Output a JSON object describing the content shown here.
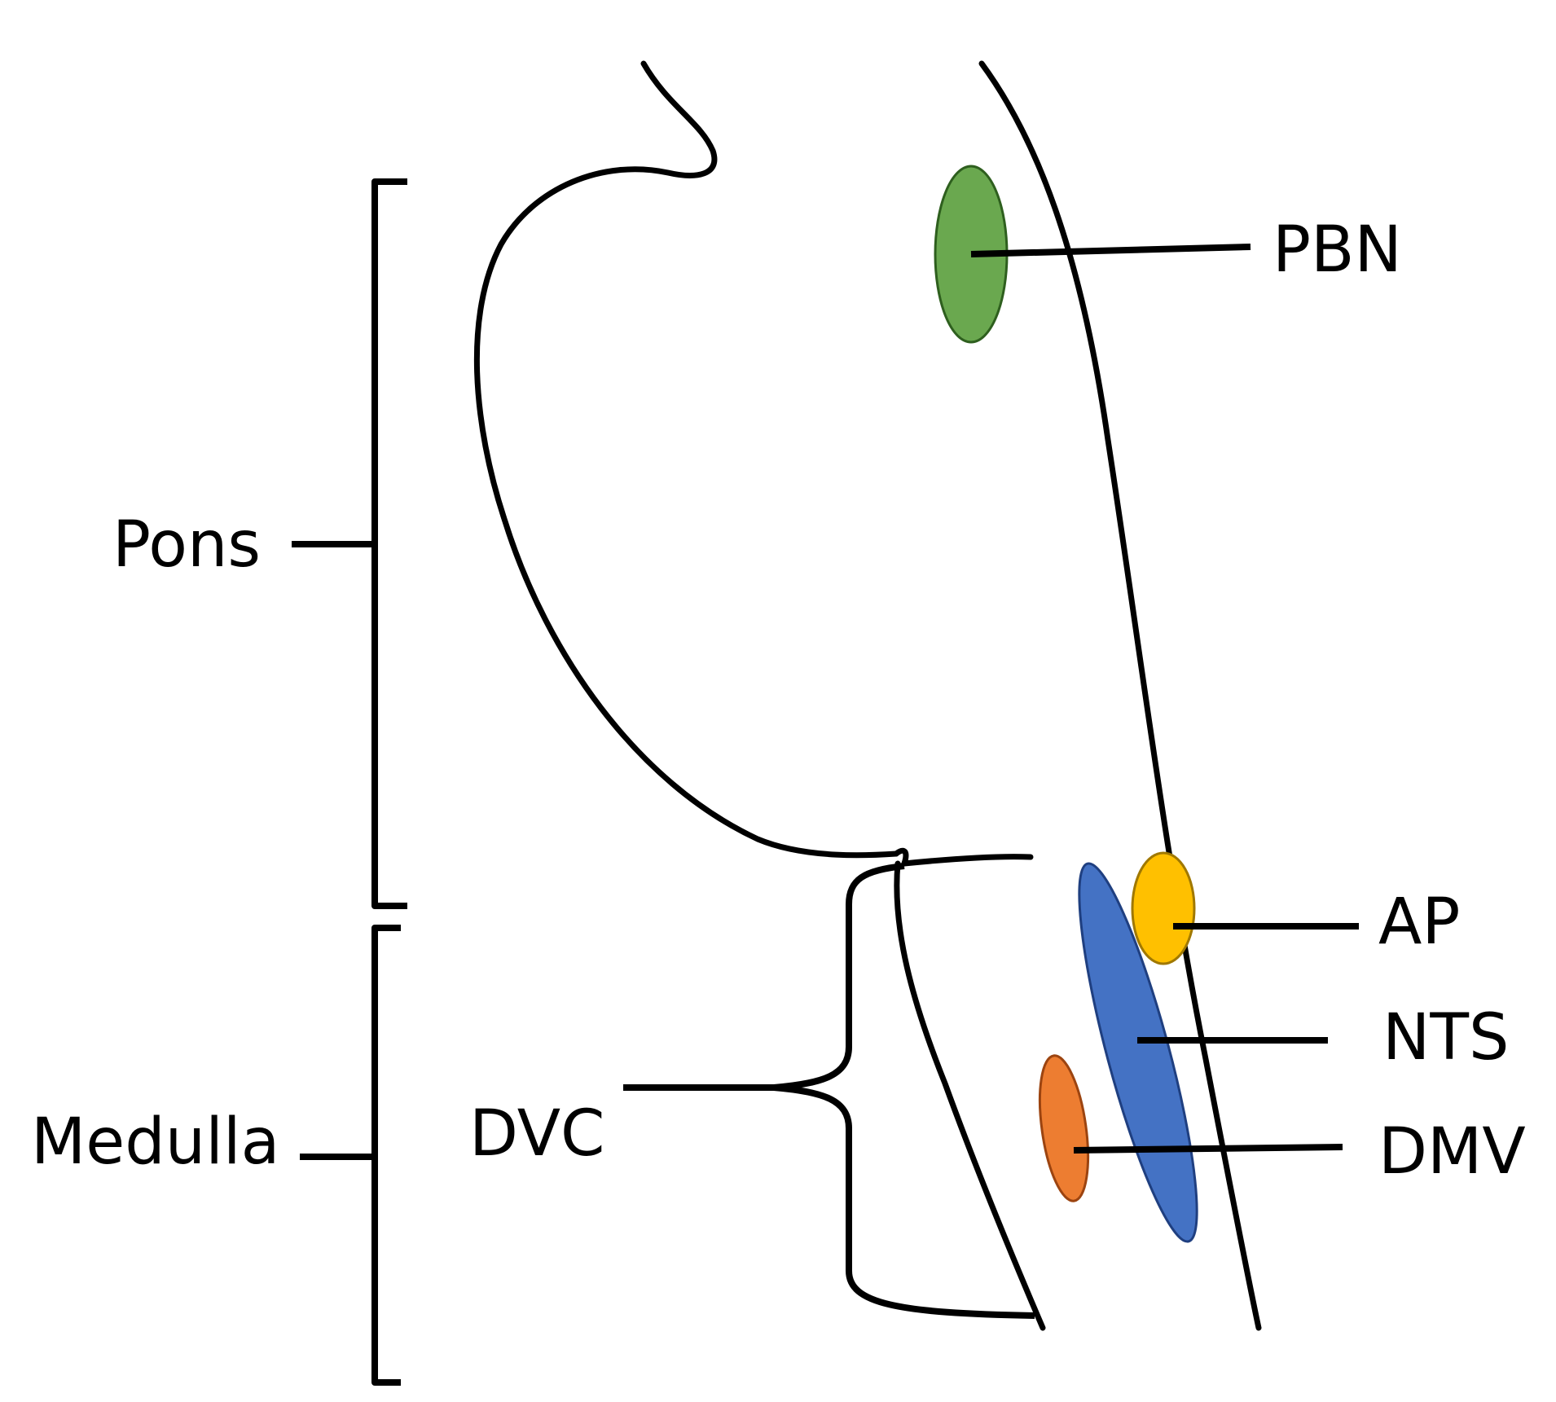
{
  "labels": {
    "pbn": "PBN",
    "pons": "Pons",
    "ap": "AP",
    "nts": "NTS",
    "dvc": "DVC",
    "dmv": "DMV",
    "medulla": "Medulla"
  },
  "colors": {
    "pbn": "#6aa84f",
    "ap": "#ffc000",
    "nts": "#4472c4",
    "dmv": "#ed7d31",
    "outline": "#000000"
  }
}
